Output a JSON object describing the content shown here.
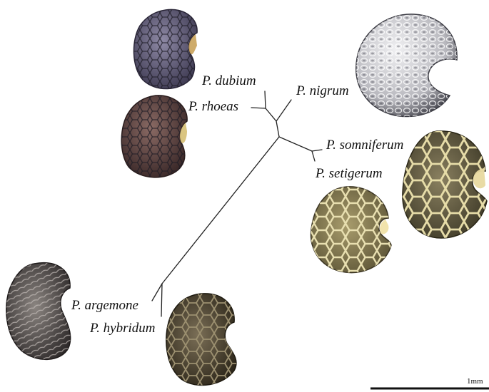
{
  "labels": {
    "dubium": "P. dubium",
    "rhoeas": "P. rhoeas",
    "nigrum": "P. nigrum",
    "somniferum": "P. somniferum",
    "setigerum": "P. setigerum",
    "argemone": "P. argemone",
    "hybridum": "P. hybridum"
  },
  "scale_bar": {
    "label": "1mm"
  },
  "colors": {
    "branch": "#222222",
    "seed_dubium": "#6f6a86",
    "seed_rhoeas": "#6b4e4c",
    "seed_nigrum": "#c9c9cc",
    "seed_somniferum": "#6f684a",
    "seed_setigerum": "#8a8257",
    "seed_argemone": "#5b5552",
    "seed_hybridum": "#4e4636",
    "reticulum_light": "#e8dfb0"
  }
}
